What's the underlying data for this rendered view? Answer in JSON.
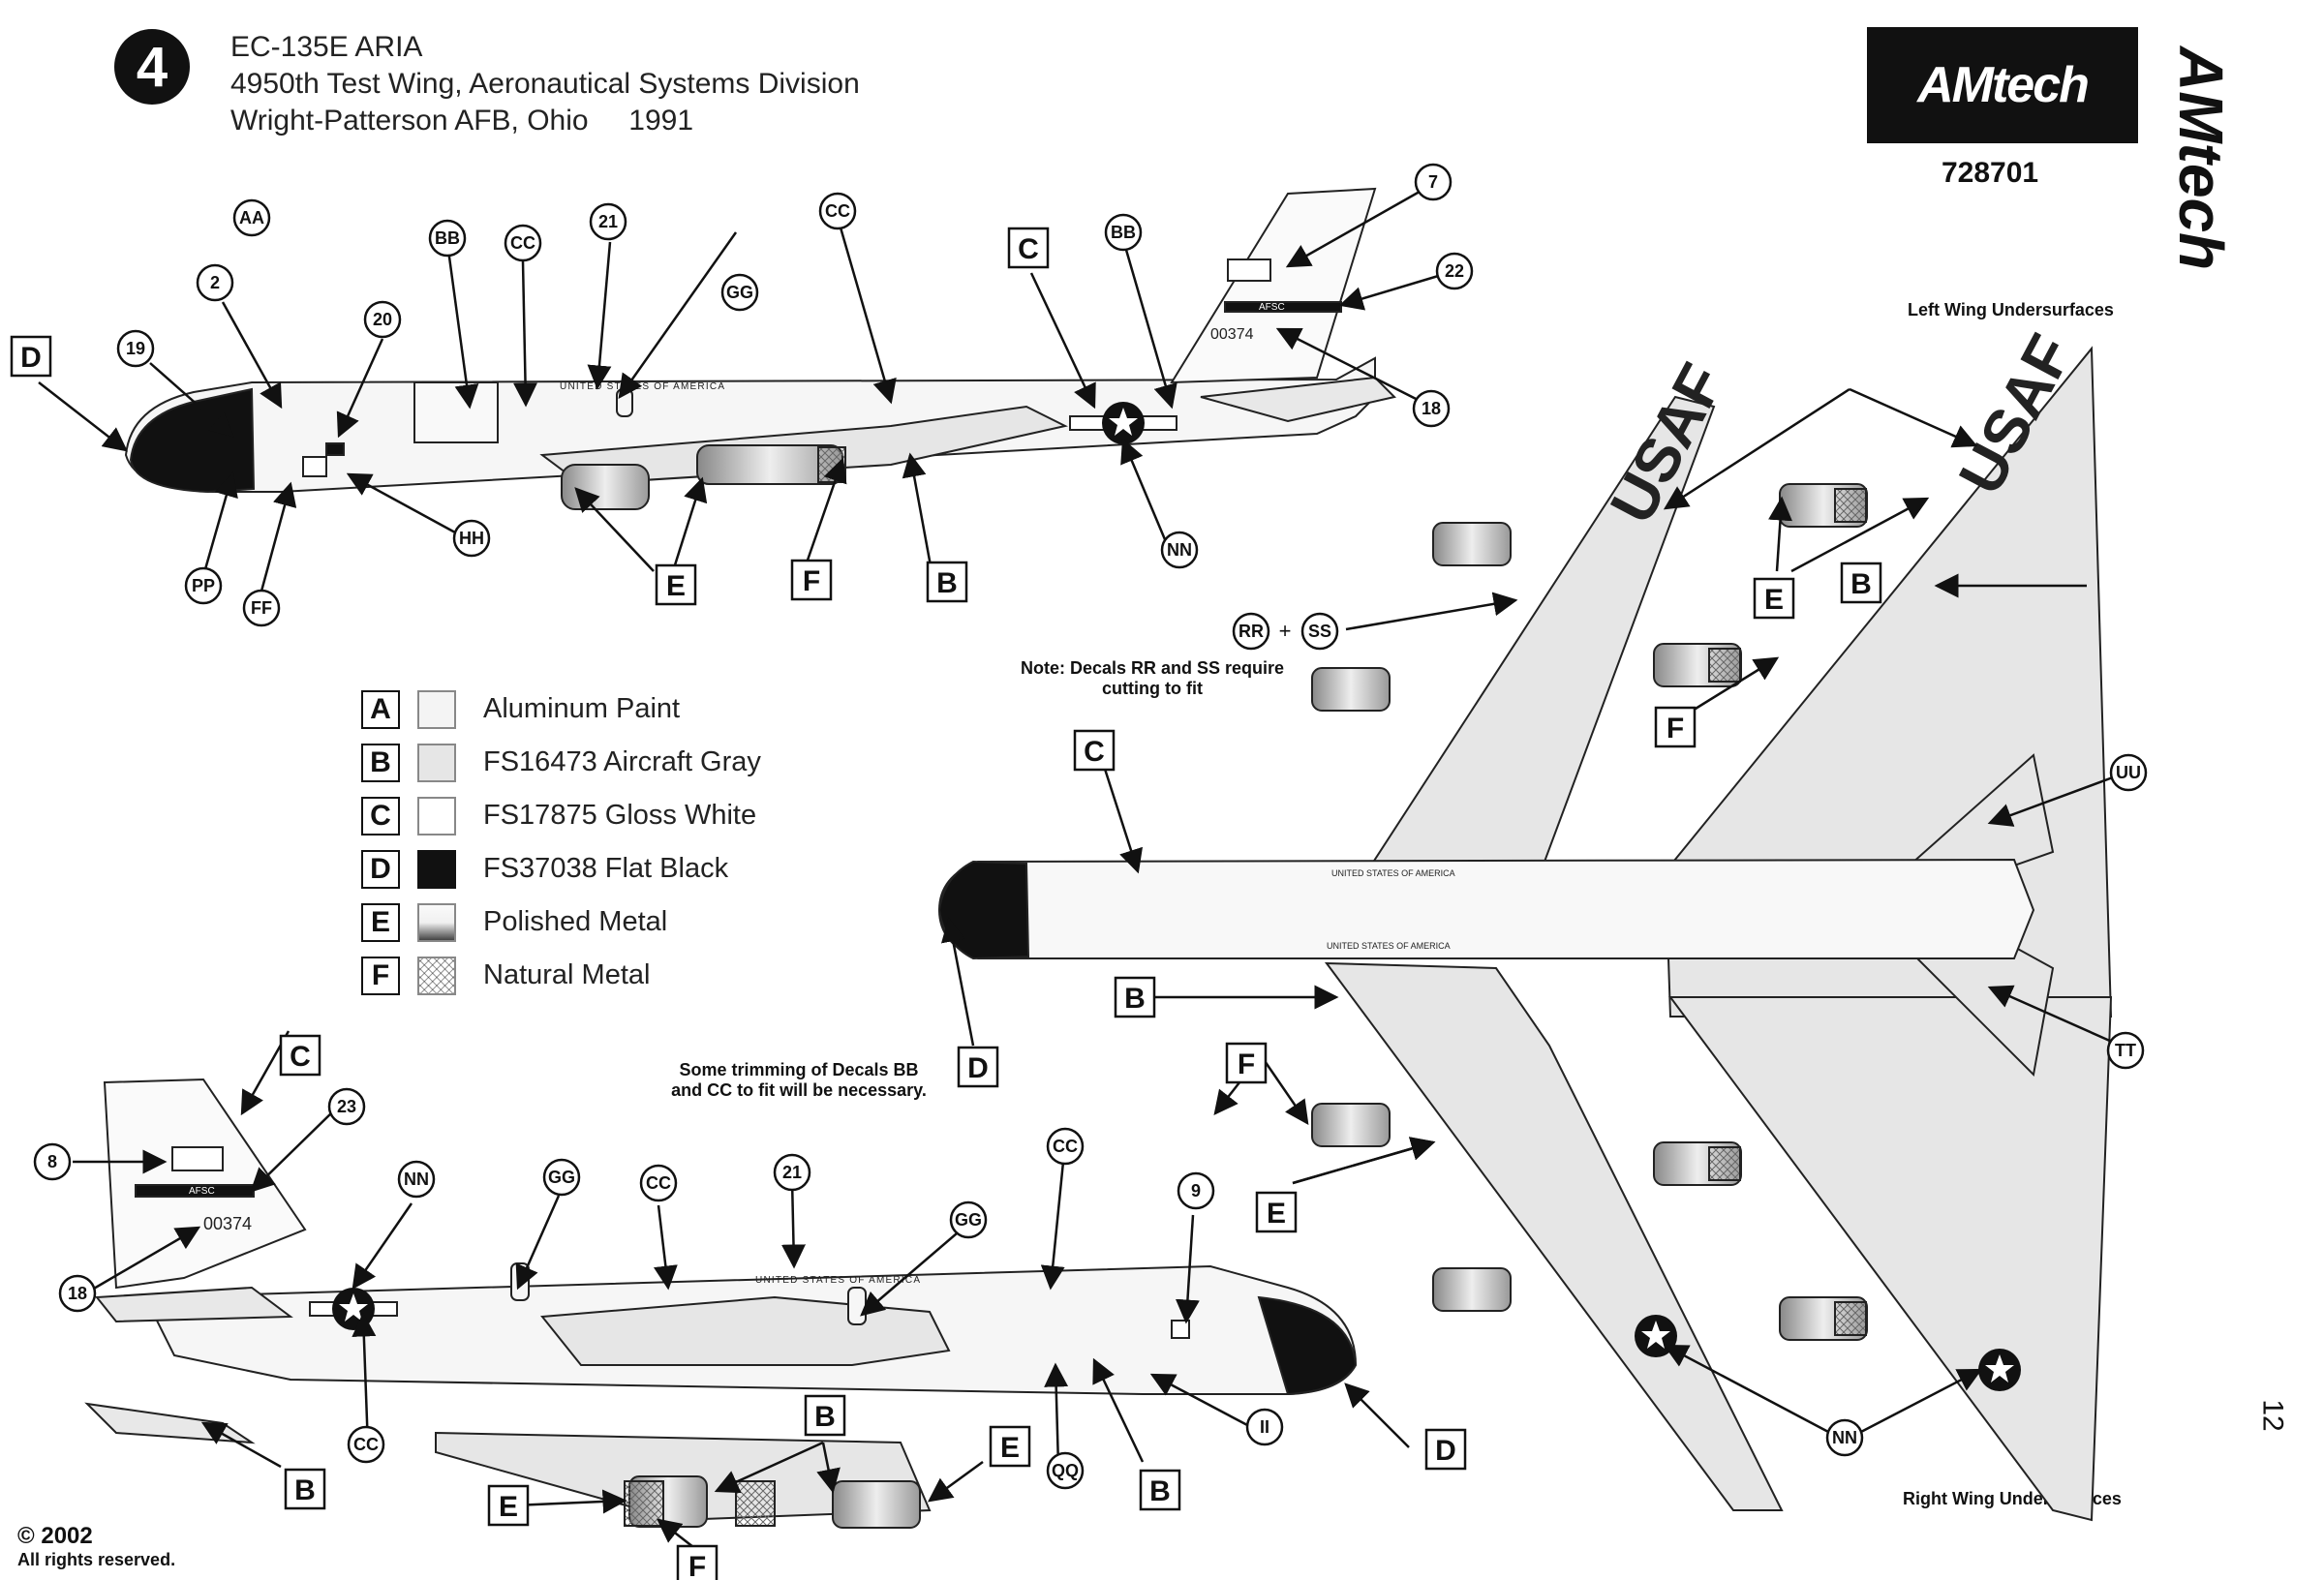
{
  "header": {
    "number": "4",
    "line1": "EC-135E ARIA",
    "line2": "4950th Test Wing, Aeronautical Systems Division",
    "line3": "Wright-Patterson AFB, Ohio     1991"
  },
  "brand": {
    "logo_text": "AMtech",
    "kit_number": "728701",
    "side_logo": "AMtech"
  },
  "captions": {
    "left_wing": "Left Wing Undersurfaces",
    "right_wing": "Right Wing Undersurfaces",
    "note_rr_ss": [
      "Note: Decals RR and SS require",
      "cutting to fit"
    ],
    "note_trim": [
      "Some trimming of Decals BB",
      "and CC to fit will be necessary."
    ]
  },
  "legend": [
    {
      "letter": "A",
      "label": "Aluminum Paint",
      "color": "#f4f4f4"
    },
    {
      "letter": "B",
      "label": "FS16473 Aircraft Gray",
      "color": "#e6e6e6"
    },
    {
      "letter": "C",
      "label": "FS17875 Gloss White",
      "color": "#ffffff"
    },
    {
      "letter": "D",
      "label": "FS37038 Flat Black",
      "color": "#111111"
    },
    {
      "letter": "E",
      "label": "Polished Metal",
      "color": "gradient"
    },
    {
      "letter": "F",
      "label": "Natural Metal",
      "color": "crosshatch"
    }
  ],
  "decals": {
    "usaf": "USAF",
    "usa": "UNITED STATES OF AMERICA",
    "afsc": "AFSC",
    "serial": "00374"
  },
  "callouts_circle": [
    "AA",
    "2",
    "19",
    "20",
    "BB",
    "CC",
    "21",
    "GG",
    "CC",
    "BB",
    "7",
    "22",
    "18",
    "HH",
    "PP",
    "FF",
    "NN",
    "RR",
    "SS",
    "UU",
    "TT",
    "NN",
    "23",
    "8",
    "18",
    "NN",
    "GG",
    "CC",
    "21",
    "GG",
    "CC",
    "9",
    "CC",
    "QQ",
    "II"
  ],
  "callouts_box": [
    "D",
    "E",
    "F",
    "B",
    "C",
    "B",
    "E",
    "F",
    "C",
    "D",
    "B",
    "F",
    "E",
    "C",
    "B",
    "E",
    "F",
    "B",
    "E",
    "B",
    "D"
  ],
  "footer": {
    "copyright": "© 2002",
    "rights": "All rights reserved.",
    "page": "12"
  }
}
